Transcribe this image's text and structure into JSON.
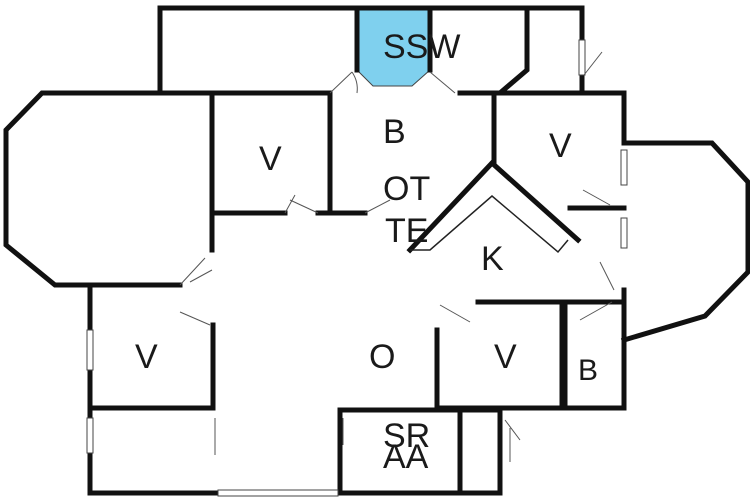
{
  "colors": {
    "wall": "#111111",
    "bathroom_fill": "#7fd0ee",
    "background": "#ffffff"
  },
  "rooms": {
    "ssw": "SSW",
    "b_top": "B",
    "v_top_left": "V",
    "v_top_right": "V",
    "ot": "OT",
    "te": "TE",
    "k": "K",
    "v_left": "V",
    "o": "O",
    "v_center": "V",
    "b_right": "B",
    "sr": "SR",
    "aa": "AA"
  }
}
